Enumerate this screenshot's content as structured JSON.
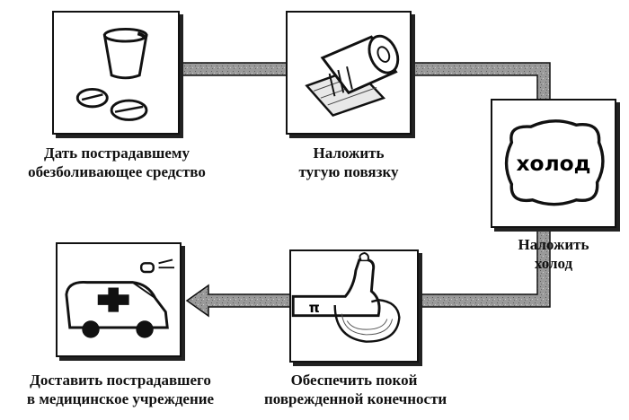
{
  "steps": [
    {
      "id": "painkiller",
      "icon": "pills-and-cup-icon",
      "caption": [
        "Дать пострадавшему",
        "обезболивающее средство"
      ]
    },
    {
      "id": "bandage",
      "icon": "bandage-roll-icon",
      "caption": [
        "Наложить",
        "тугую повязку"
      ]
    },
    {
      "id": "cold",
      "icon": "cold-pack-icon",
      "icon_text": "холод",
      "caption": [
        "Наложить",
        "холод"
      ]
    },
    {
      "id": "rest",
      "icon": "splinted-limb-icon",
      "icon_text": "π",
      "caption": [
        "Обеспечить покой",
        "поврежденной конечности"
      ]
    },
    {
      "id": "transport",
      "icon": "ambulance-icon",
      "caption": [
        "Доставить пострадавшего",
        "в медицинское учреждение"
      ]
    }
  ],
  "colors": {
    "line": "#111111",
    "arrow_fill": "#8c8c8c",
    "box_border": "#111111"
  }
}
